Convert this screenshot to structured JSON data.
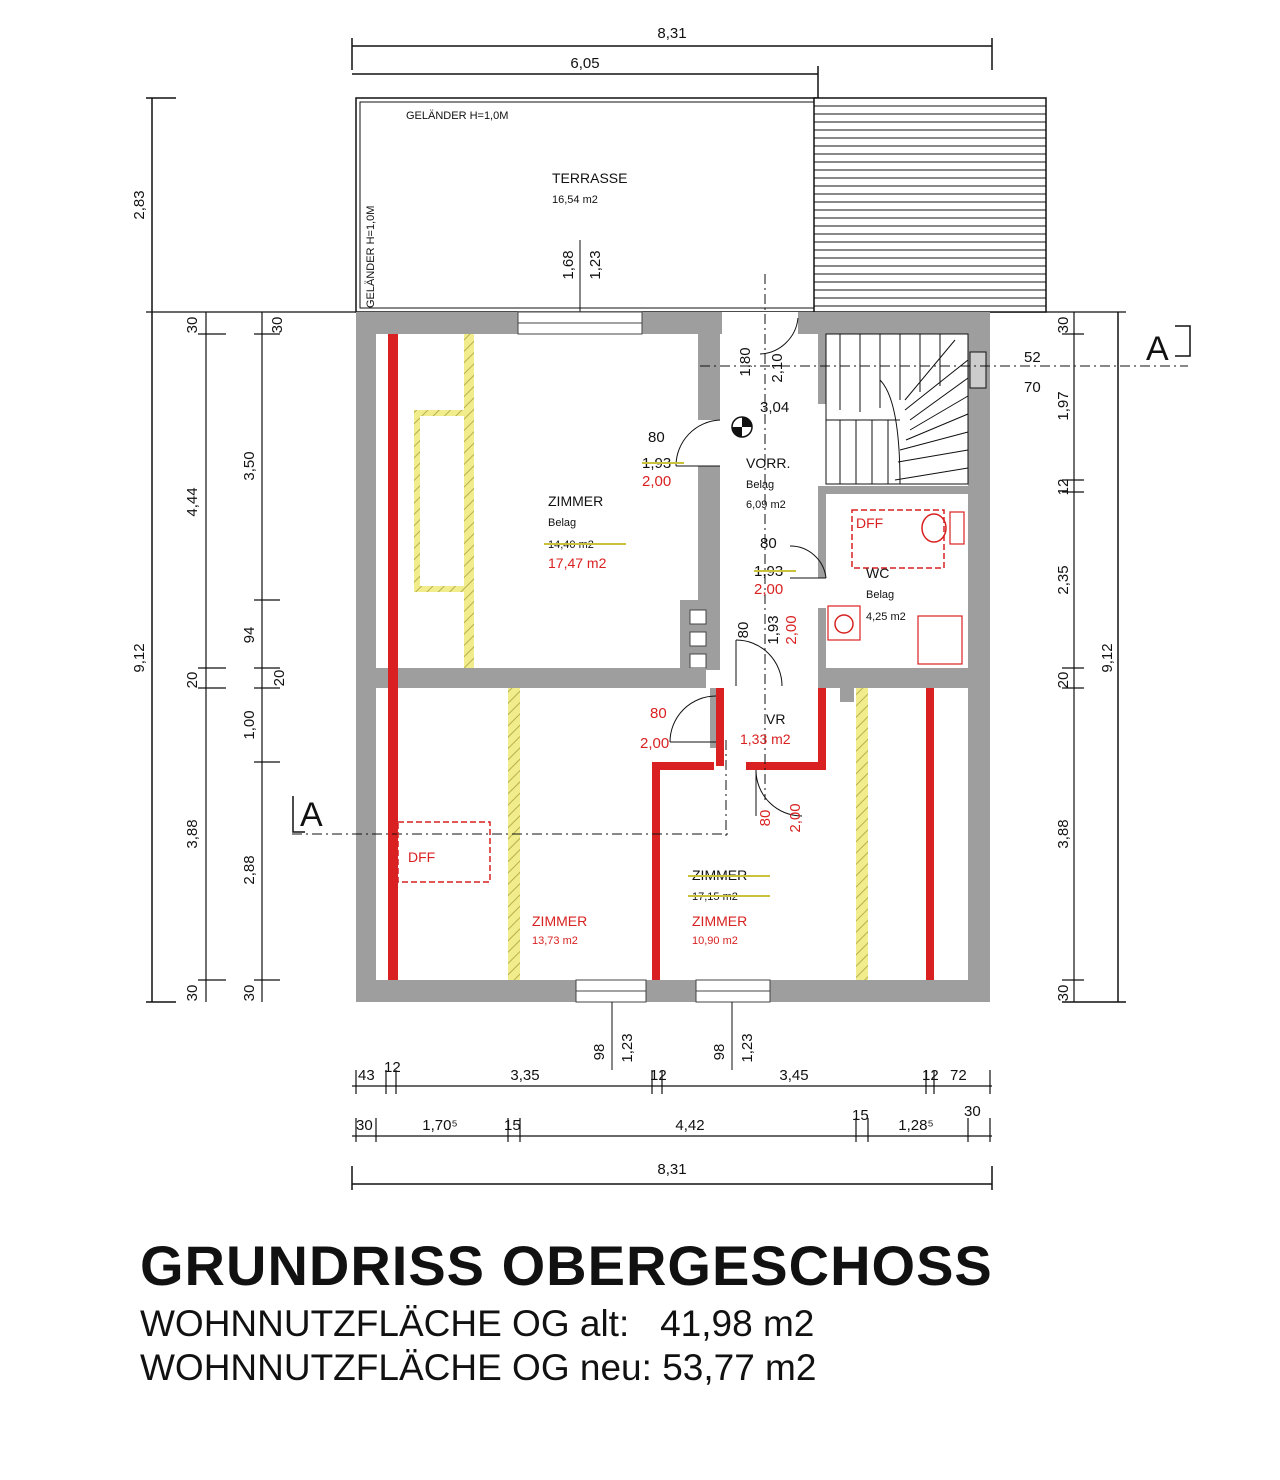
{
  "title": "GRUNDRISS OBERGESCHOSS",
  "area_alt": {
    "label": "WOHNNUTZFLÄCHE OG alt:",
    "value": "41,98 m2"
  },
  "area_neu": {
    "label": "WOHNNUTZFLÄCHE OG neu:",
    "value": "53,77 m2"
  },
  "terrace": {
    "name": "TERRASSE",
    "area": "16,54 m2",
    "railing_top": "GELÄNDER H=1,0M",
    "railing_left": "GELÄNDER H=1,0M"
  },
  "rooms": {
    "zimmer_top": {
      "name": "ZIMMER",
      "floor": "Belag",
      "area_old": "14,40 m2",
      "area_new": "17,47 m2"
    },
    "vorraum": {
      "name": "VORR.",
      "floor": "Belag",
      "area": "6,09 m2"
    },
    "wc": {
      "name": "WC",
      "floor": "Belag",
      "area": "4,25 m2",
      "skylight": "DFF"
    },
    "vr": {
      "name": "VR",
      "area": "1,33 m2"
    },
    "zimmer_bl": {
      "name": "ZIMMER",
      "area": "13,73 m2",
      "skylight": "DFF"
    },
    "zimmer_br": {
      "name_old": "ZIMMER",
      "area_old": "17,15 m2",
      "name": "ZIMMER",
      "area": "10,90 m2"
    }
  },
  "doors": [
    {
      "w": "80",
      "h_old": "1,93",
      "h_new": "2,00"
    },
    {
      "w": "80",
      "h_old": "1,93",
      "h_new": "2,00"
    },
    {
      "w": "80",
      "h_old": "1,93",
      "h_new": "2,00"
    },
    {
      "w": "80",
      "h_new": "2,00"
    },
    {
      "w": "80",
      "h_new": "2,00"
    }
  ],
  "window_dims": {
    "top_sill": "1,68",
    "top_head": "1,23",
    "bl_sill": "98",
    "bl_head": "1,23",
    "br_sill": "98",
    "br_head": "1,23"
  },
  "stair": {
    "a": "1,80",
    "b": "2,10",
    "level": "3,04",
    "riser_a": "52",
    "riser_b": "70"
  },
  "section_marker": "A",
  "dims_top": {
    "overall": "8,31",
    "terrace": "6,05"
  },
  "dims_left_outer": {
    "terrace": "2,83",
    "total": "9,12"
  },
  "dims_left_mid": {
    "a": "30",
    "b": "4,44",
    "c": "20",
    "d": "3,88",
    "e": "30"
  },
  "dims_left_inner": {
    "a": "30",
    "b": "3,50",
    "c": "94",
    "d": "20",
    "e": "1,00",
    "f": "2,88",
    "g": "30"
  },
  "dims_right": {
    "a": "30",
    "b": "1,97",
    "c": "12",
    "d": "2,35",
    "e": "20",
    "f": "3,88",
    "g": "30",
    "total": "9,12"
  },
  "dims_bottom_1": {
    "a": "43",
    "b": "12",
    "c": "3,35",
    "d": "12",
    "e": "3,45",
    "f": "12",
    "g": "72"
  },
  "dims_bottom_2": {
    "a": "30",
    "b": "1,70⁵",
    "c": "15",
    "d": "4,42",
    "e": "15",
    "f": "1,28⁵",
    "g": "30"
  },
  "dims_bottom_3": {
    "overall": "8,31"
  },
  "colors": {
    "wall": "#9e9e9e",
    "new_wall": "#d92121",
    "removed_wall": "#e8e37a",
    "dim_line": "#111111"
  }
}
